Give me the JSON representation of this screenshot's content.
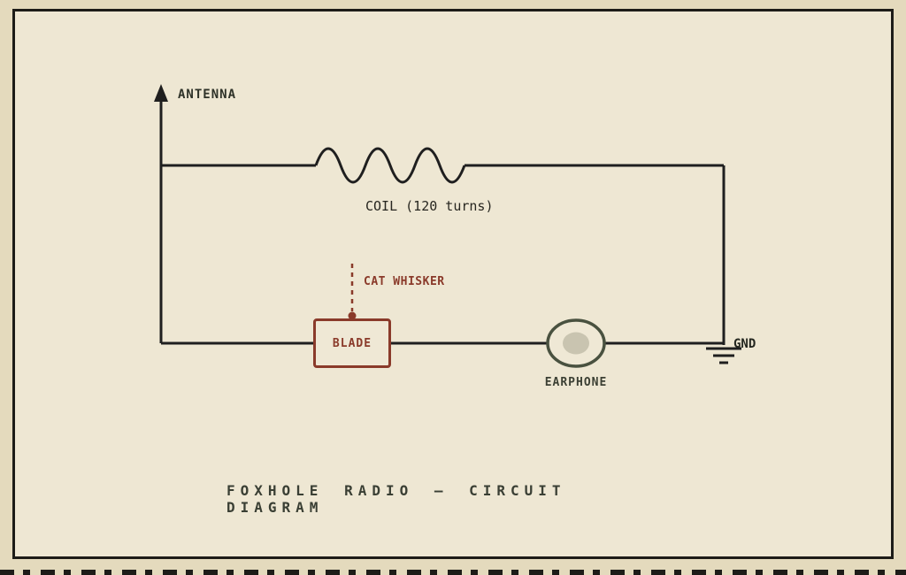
{
  "diagram": {
    "title": "FOXHOLE RADIO — CIRCUIT DIAGRAM",
    "labels": {
      "antenna": "ANTENNA",
      "coil": "COIL (120 turns)",
      "cat_whisker": "CAT WHISKER",
      "blade": "BLADE",
      "earphone": "EARPHONE",
      "ground": "GND"
    },
    "colors": {
      "paper": "#eee7d3",
      "frame_ink": "#1d1c18",
      "wire_ink": "#1f1f1f",
      "accent_red": "#8a3a2a",
      "label_olive": "#3c4034",
      "earphone_inner": "#c9c4b0"
    }
  }
}
